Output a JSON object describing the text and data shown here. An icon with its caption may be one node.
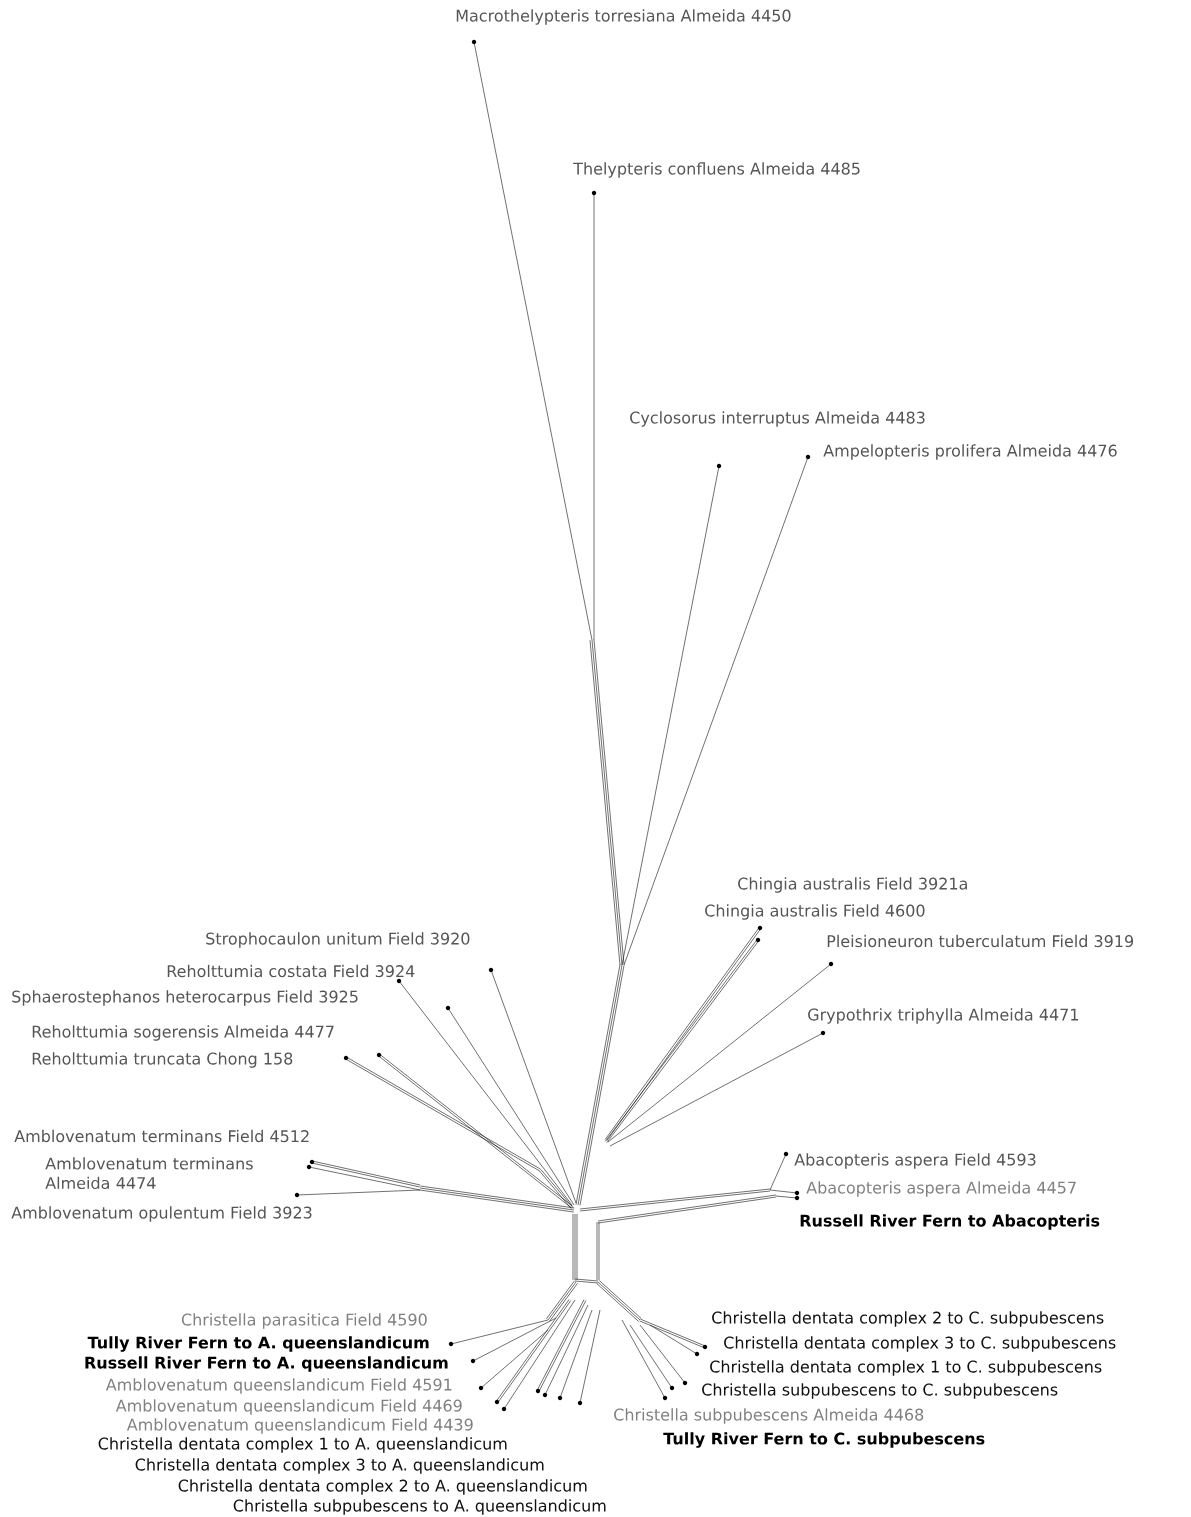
{
  "diagram": {
    "labels": [
      "Macrothelypteris torresiana Almeida 4450",
      "Thelypteris confluens Almeida 4485",
      "Cyclosorus interruptus Almeida 4483",
      "Ampelopteris prolifera Almeida 4476",
      "Chingia australis Field 3921a",
      "Chingia australis Field 4600",
      "Strophocaulon unitum Field 3920",
      "Pleisioneuron tuberculatum Field 3919",
      "Reholttumia costata Field 3924",
      "Sphaerostephanos heterocarpus Field 3925",
      "Grypothrix triphylla Almeida 4471",
      "Reholttumia sogerensis Almeida 4477",
      "Reholttumia truncata Chong 158",
      "Amblovenatum terminans Field 4512",
      "Abacopteris aspera Field 4593",
      "Amblovenatum terminans Almeida 4474",
      "Abacopteris aspera Almeida 4457",
      "Amblovenatum opulentum Field 3923",
      "Russell River Fern to Abacopteris",
      "Christella parasitica Field 4590",
      "Christella dentata complex 2 to C. subpubescens",
      "Tully River Fern to A. queenslandicum",
      "Christella dentata complex 3 to C. subpubescens",
      "Russell River Fern to A. queenslandicum",
      "Christella dentata complex 1 to C. subpubescens",
      "Amblovenatum queenslandicum Field 4591",
      "Christella subpubescens to C. subpubescens",
      "Amblovenatum queenslandicum Field 4469",
      "Christella subpubescens Almeida 4468",
      "Amblovenatum queenslandicum Field 4439",
      "Christella dentata complex 1 to A. queenslandicum",
      "Tully River Fern to C. subpubescens",
      "Christella dentata complex 3 to A. queenslandicum",
      "Christella dentata complex 2 to A. queenslandicum",
      "Christella subpubescens to A. queenslandicum"
    ]
  }
}
